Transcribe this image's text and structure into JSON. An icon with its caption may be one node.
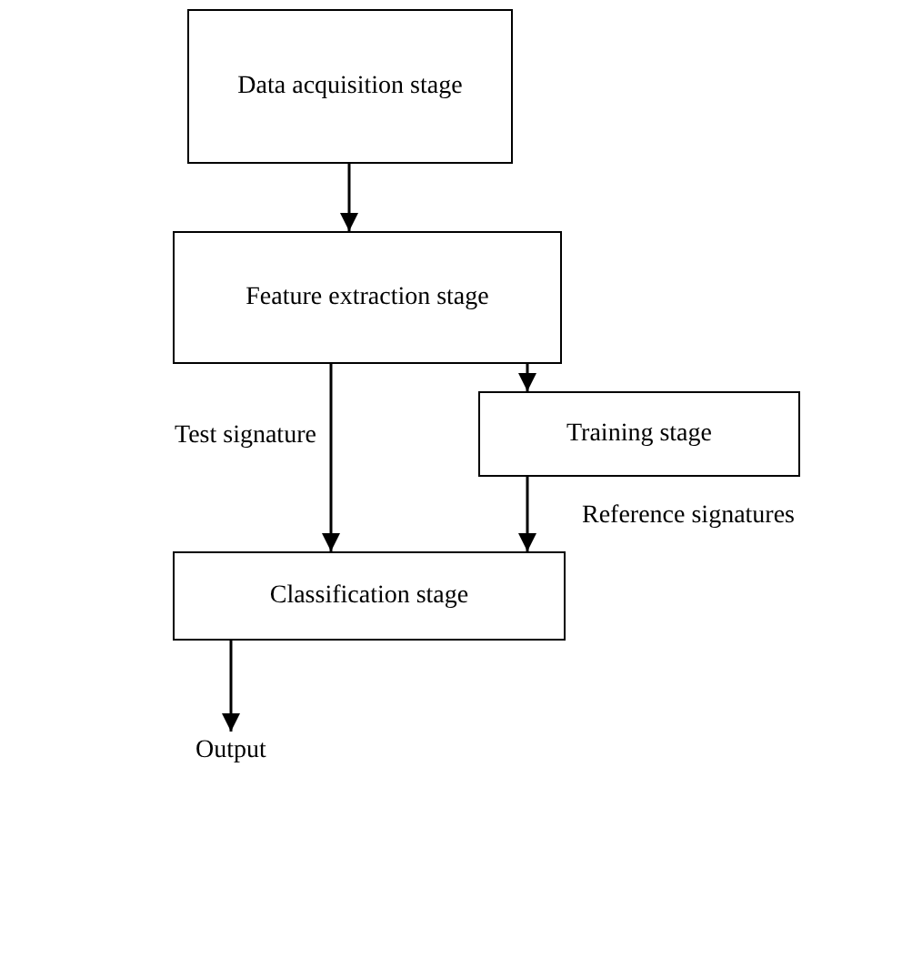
{
  "diagram": {
    "nodes": [
      {
        "text": [
          "Data acquisition stage"
        ]
      },
      {
        "text": [
          "Feature extraction stage"
        ]
      },
      {
        "text": [
          "Training stage"
        ]
      },
      {
        "text": [
          "Classification stage"
        ]
      },
      {
        "text": [
          "Output"
        ]
      }
    ],
    "edges": [
      {
        "from": 0,
        "to": 1,
        "arrow": "to"
      },
      {
        "from": 1,
        "to": 3,
        "arrow": "to",
        "label": "Test signature"
      },
      {
        "from": 1,
        "to": 2,
        "arrow": "to"
      },
      {
        "from": 2,
        "to": 3,
        "arrow": "to",
        "label": "Reference signatures"
      },
      {
        "from": 3,
        "to": 4,
        "arrow": "to"
      }
    ]
  }
}
